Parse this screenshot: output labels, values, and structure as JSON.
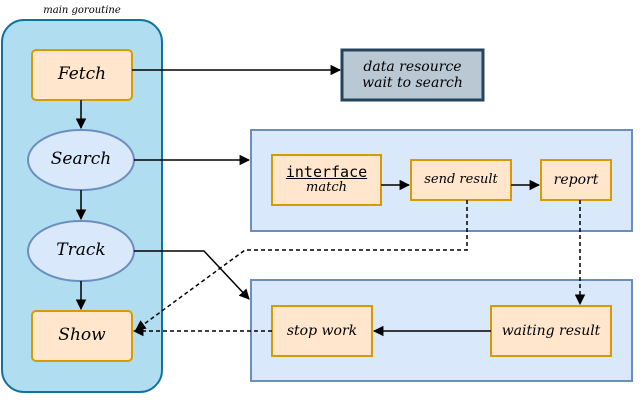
{
  "diagram": {
    "group_title": "main goroutine",
    "nodes": {
      "fetch": "Fetch",
      "search": "Search",
      "track": "Track",
      "show": "Show",
      "data_resource": "data resource wait to search",
      "interface_code": "interface",
      "interface_sub": "match",
      "send_result": "send result",
      "report": "report",
      "stop_work": "stop work",
      "waiting_result": "waiting result"
    },
    "colors": {
      "group_fill": "#b1ddf0",
      "group_stroke": "#10739e",
      "process_fill": "#ffe6cc",
      "process_stroke": "#d79b00",
      "ellipse_fill": "#dae8fc",
      "ellipse_stroke": "#6c8ebf",
      "panel_fill": "#dae8fc",
      "panel_stroke": "#6c8ebf",
      "resource_fill": "#bac8d3",
      "resource_stroke": "#23445d",
      "edge": "#000000"
    }
  }
}
